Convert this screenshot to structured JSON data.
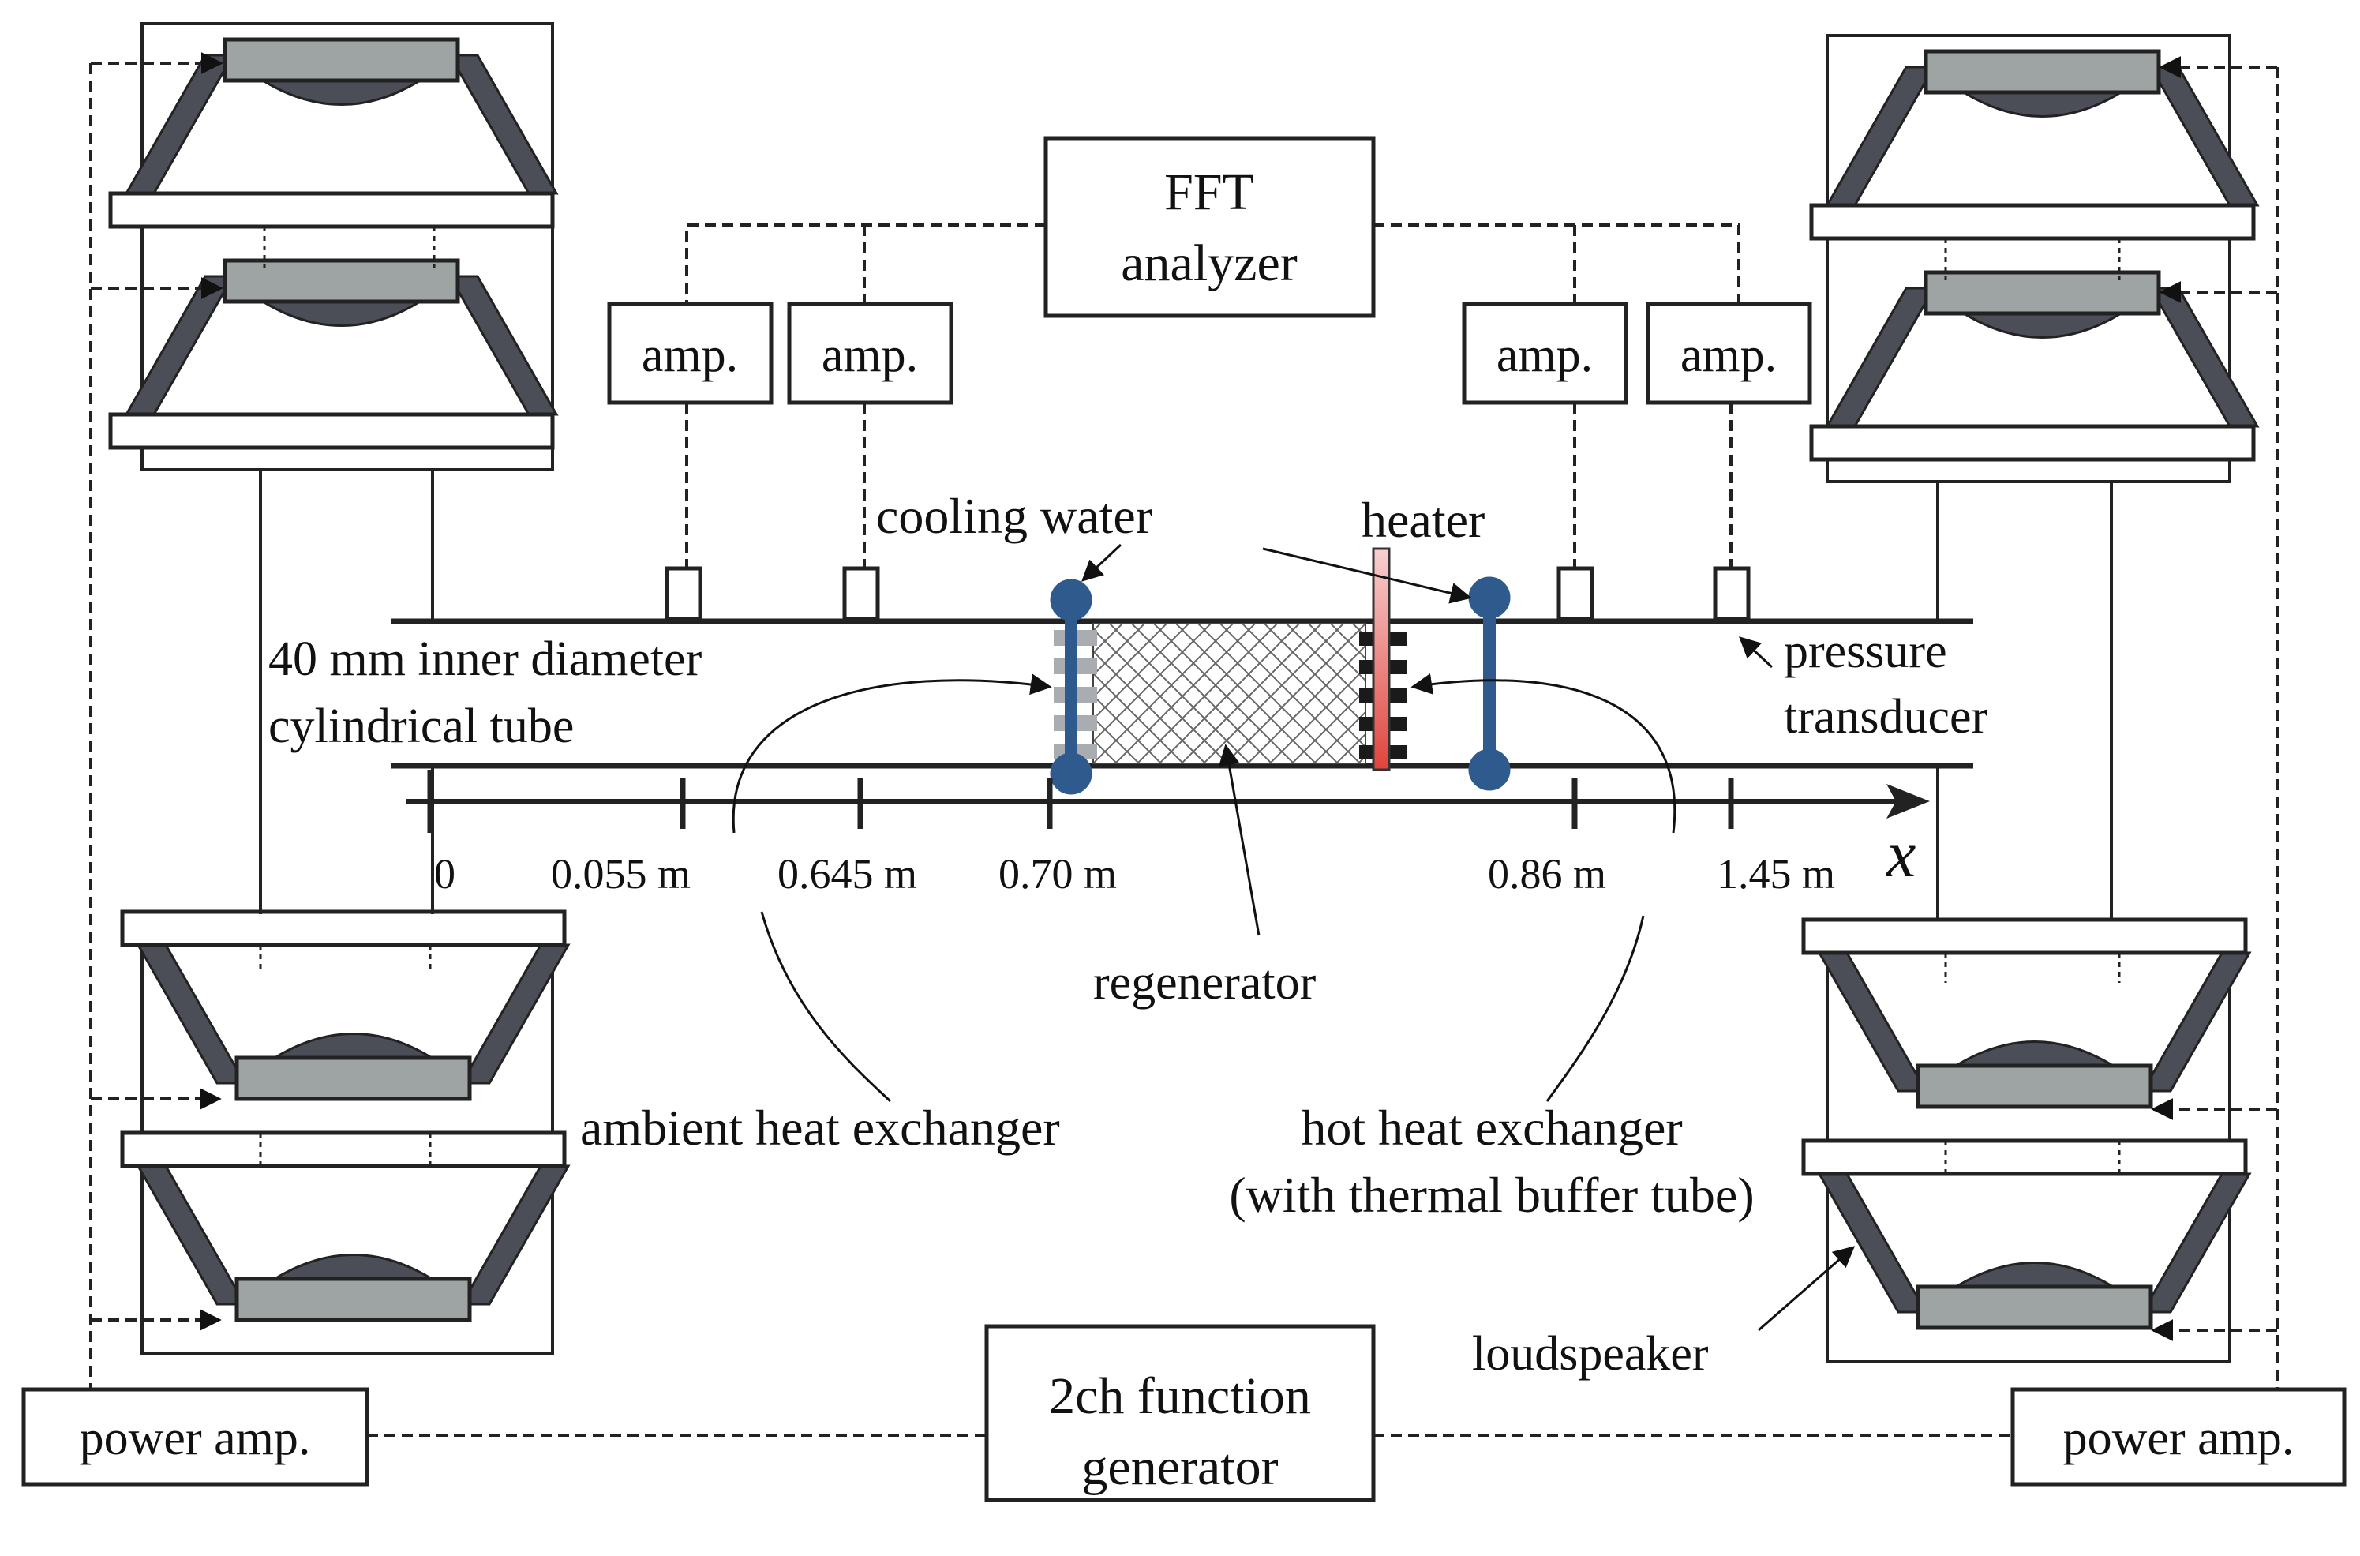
{
  "title": "",
  "boxes": {
    "fft": [
      "FFT",
      "analyzer"
    ],
    "amp": "amp.",
    "generator": [
      "2ch function",
      "generator"
    ],
    "power_amp": "power amp."
  },
  "labels": {
    "cooling_water": "cooling water",
    "heater": "heater",
    "tube": [
      "40 mm inner diameter",
      "cylindrical tube"
    ],
    "pressure_transducer": [
      "pressure",
      "transducer"
    ],
    "regenerator": "regenerator",
    "ambient_hx": "ambient heat exchanger",
    "hot_hx": [
      "hot heat exchanger",
      "(with thermal buffer tube)"
    ],
    "loudspeaker": "loudspeaker",
    "axis": "x"
  },
  "axis_ticks": [
    "0",
    "0.055 m",
    "0.645 m",
    "0.70 m",
    "0.86 m",
    "1.45 m"
  ],
  "colors": {
    "heat_exchanger": "#2e5a8e",
    "heater": "#e0443c",
    "speaker_body": "#4b4e56",
    "magnet": "#9ea3a3"
  }
}
